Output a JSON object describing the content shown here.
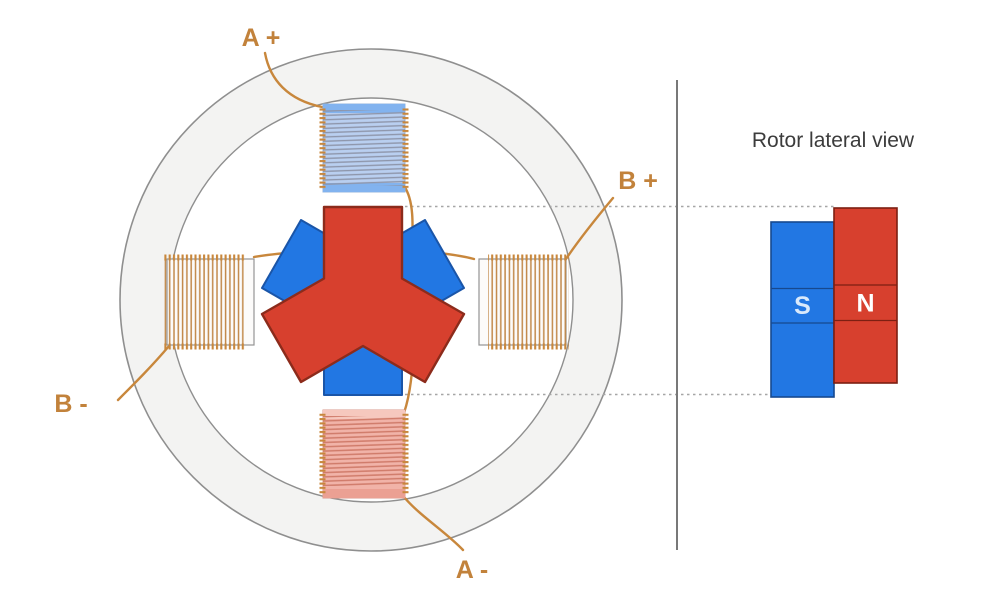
{
  "diagram": {
    "lateral_view_title": "Rotor lateral view",
    "coil_labels": {
      "a_plus": "A +",
      "a_minus": "A -",
      "b_plus": "B +",
      "b_minus": "B -"
    },
    "magnet_labels": {
      "south": "S",
      "north": "N"
    }
  },
  "colors": {
    "pole_red": "#d7402e",
    "pole_red_stroke": "#8c2b1b",
    "pole_blue": "#2277e3",
    "pole_blue_stroke": "#1a55a8",
    "wire": "#c8873c",
    "label_text": "#c2823b",
    "title_text": "#3c3c3c",
    "ring_fill": "#f3f3f2",
    "ring_stroke": "#8f8f8f",
    "coil_a_top_fill": "#b9cff0",
    "coil_a_top_cap": "#82b3ef",
    "coil_a_bottom_fill": "#f1b3a8",
    "coil_a_bottom_cap": "#f6c8be",
    "coil_b_bobbin_fill": "#fcfbfa",
    "winding_copper": "#c2894a"
  }
}
